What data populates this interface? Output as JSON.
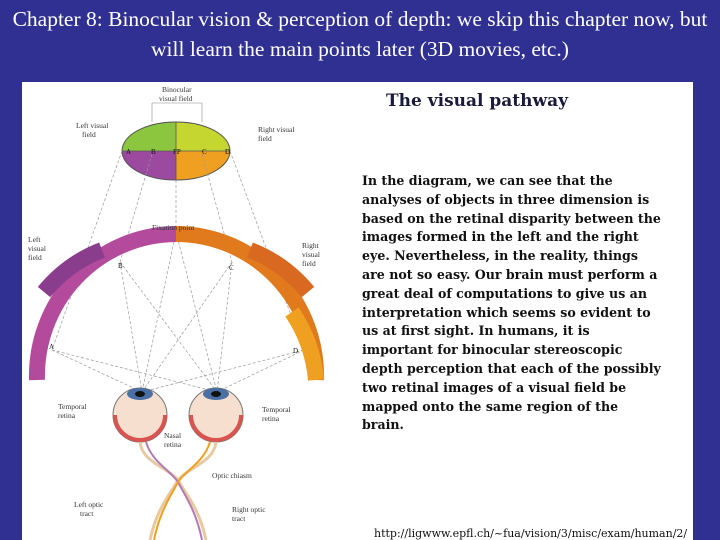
{
  "slide": {
    "title": "Chapter 8: Binocular vision & perception of depth: we skip this chapter now, but will learn the main points later (3D movies, etc.)"
  },
  "panel": {
    "heading": "The visual pathway",
    "body": "In the diagram, we can see that the analyses of objects in three dimension is based on the retinal disparity between the images formed in the left and the right eye. Nevertheless, in the reality, things are not so easy. Our brain must perform a great deal of computations to give us an interpretation which seems so evident to us at first sight. In humans, it is important for binocular stereoscopic depth perception that each of the possibly two retinal images of a visual field be mapped onto the same region of the brain.",
    "source_url": "http://ligwww.epfl.ch/~fua/vision/3/misc/exam/human/2/"
  },
  "diagram": {
    "binocular_label_1": "Binocular",
    "binocular_label_2": "visual field",
    "left_field_top_1": "Left visual",
    "left_field_top_2": "field",
    "right_field_top_1": "Right visual",
    "right_field_top_2": "field",
    "ellipse_a": "A",
    "ellipse_b": "B",
    "ellipse_fp": "FP",
    "ellipse_c": "C",
    "ellipse_d": "D",
    "fixation_point": "Fixation point",
    "left_field_1": "Left",
    "left_field_2": "visual",
    "left_field_3": "field",
    "right_field_1": "Right",
    "right_field_2": "visual",
    "right_field_3": "field",
    "arc_a": "A",
    "arc_b": "B",
    "arc_c": "C",
    "arc_d": "D",
    "temporal_left_1": "Temporal",
    "temporal_left_2": "retina",
    "temporal_right_1": "Temporal",
    "temporal_right_2": "retina",
    "nasal_1": "Nasal",
    "nasal_2": "retina",
    "optic_chiasm": "Optic chiasm",
    "left_tract_1": "Left optic",
    "left_tract_2": "tract",
    "right_tract_1": "Right optic",
    "right_tract_2": "tract"
  }
}
